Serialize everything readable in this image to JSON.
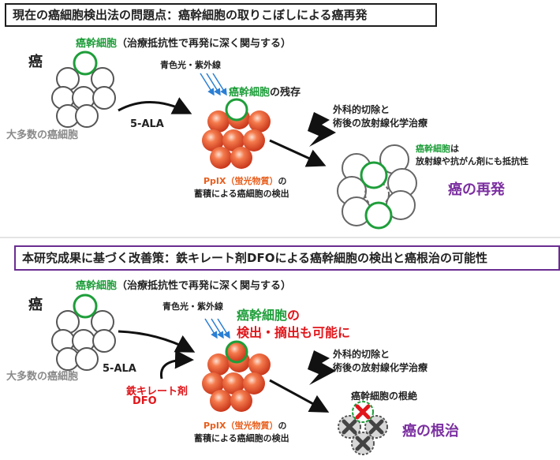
{
  "top": {
    "title": "現在の癌細胞検出法の問題点：癌幹細胞の取りこぼしによる癌再発",
    "stem_cell_label": "癌幹細胞",
    "stem_cell_note": "（治療抵抗性で再発に深く関与する）",
    "cancer_label": "癌",
    "majority_label": "大多数の癌細胞",
    "light_label": "青色光・紫外線",
    "remaining_stem": "癌幹細胞",
    "remaining_suffix": "の残存",
    "ala_label": "5-ALA",
    "ppix_label": "PpIX（蛍光物質）",
    "ppix_suffix": "の",
    "accum_label": "蓄積による癌細胞の検出",
    "treatment_line1": "外科的切除と",
    "treatment_line2": "術後の放射線化学治療",
    "resist_stem": "癌幹細胞",
    "resist_suffix": "は",
    "resist_line2": "放射線や抗がん剤にも抵抗性",
    "outcome": "癌の再発"
  },
  "bottom": {
    "title": "本研究成果に基づく改善策：鉄キレート剤DFOによる癌幹細胞の検出と癌根治の可能性",
    "stem_cell_label": "癌幹細胞",
    "stem_cell_note": "（治療抵抗性で再発に深く関与する）",
    "cancer_label": "癌",
    "majority_label": "大多数の癌細胞",
    "light_label": "青色光・紫外線",
    "detect_stem": "癌幹細胞",
    "detect_suffix": "の",
    "detect_line2": "検出・摘出も可能に",
    "ala_label": "5-ALA",
    "dfo_line1": "鉄キレート剤",
    "dfo_line2": "DFO",
    "ppix_label": "PpIX（蛍光物質）",
    "ppix_suffix": "の",
    "accum_label": "蓄積による癌細胞の検出",
    "treatment_line1": "外科的切除と",
    "treatment_line2": "術後の放射線化学治療",
    "eradication_label": "癌幹細胞の根絶",
    "outcome": "癌の根治"
  },
  "colors": {
    "stem_green": "#1e9e3a",
    "ppix_orange": "#e85e1c",
    "dfo_red": "#e0161b",
    "outcome_purple": "#7b2fa0",
    "light_blue": "#2a7fd4",
    "cell_orange": "#e8542a"
  }
}
